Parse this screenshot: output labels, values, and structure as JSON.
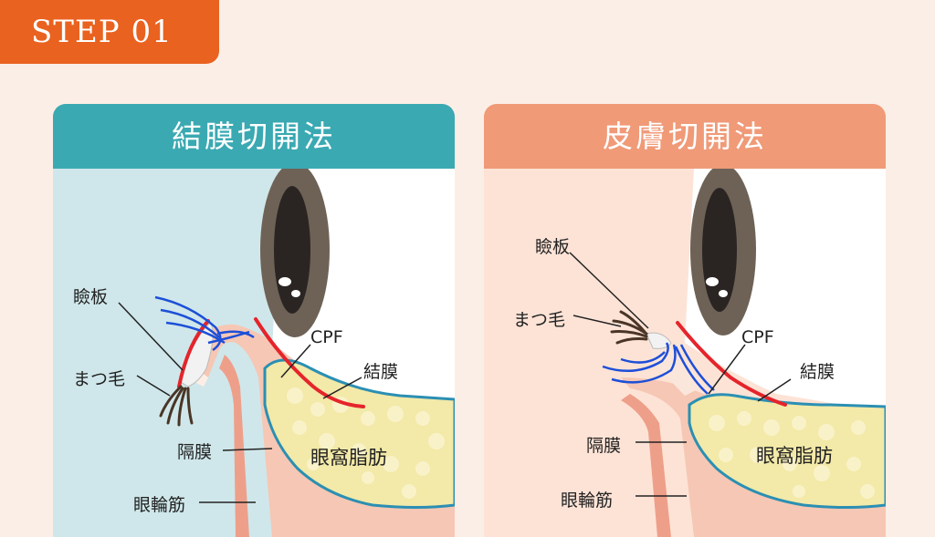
{
  "step_label": "STEP 01",
  "panels": [
    {
      "title": "結膜切開法",
      "labels": {
        "tarsus": "瞼板",
        "eyelashes": "まつ毛",
        "septum": "隔膜",
        "orbicularis": "眼輪筋",
        "cpf": "CPF",
        "conjunctiva": "結膜",
        "orbital_fat": "眼窩脂肪"
      }
    },
    {
      "title": "皮膚切開法",
      "labels": {
        "tarsus": "瞼板",
        "eyelashes": "まつ毛",
        "septum": "隔膜",
        "orbicularis": "眼輪筋",
        "cpf": "CPF",
        "conjunctiva": "結膜",
        "orbital_fat": "眼窩脂肪"
      }
    }
  ],
  "colors": {
    "step_bg": "#e9621f",
    "left_header": "#3aa9b2",
    "right_header": "#f09a78",
    "left_bg": "#cfe7ea",
    "right_bg": "#fde3d6",
    "skin": "#f6c7b4",
    "fat": "#f3e9a8",
    "suture_blue": "#1d4fd8",
    "incision_red": "#e5242b",
    "outline": "#2b8fb3"
  }
}
